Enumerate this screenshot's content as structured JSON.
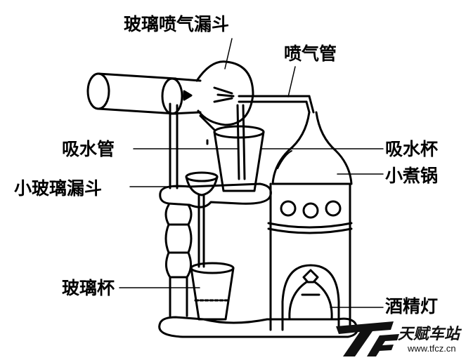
{
  "labels": {
    "glass_jet_funnel": "玻璃喷气漏斗",
    "jet_tube": "喷气管",
    "suction_tube": "吸水管",
    "suction_cup": "吸水杯",
    "small_pot": "小煮锅",
    "small_glass_funnel": "小玻璃漏斗",
    "glass_cup": "玻璃杯",
    "alcohol_lamp": "酒精灯"
  },
  "watermark": {
    "logo": "TF",
    "name": "天赋车站",
    "url": "www.tfcz.cn"
  }
}
